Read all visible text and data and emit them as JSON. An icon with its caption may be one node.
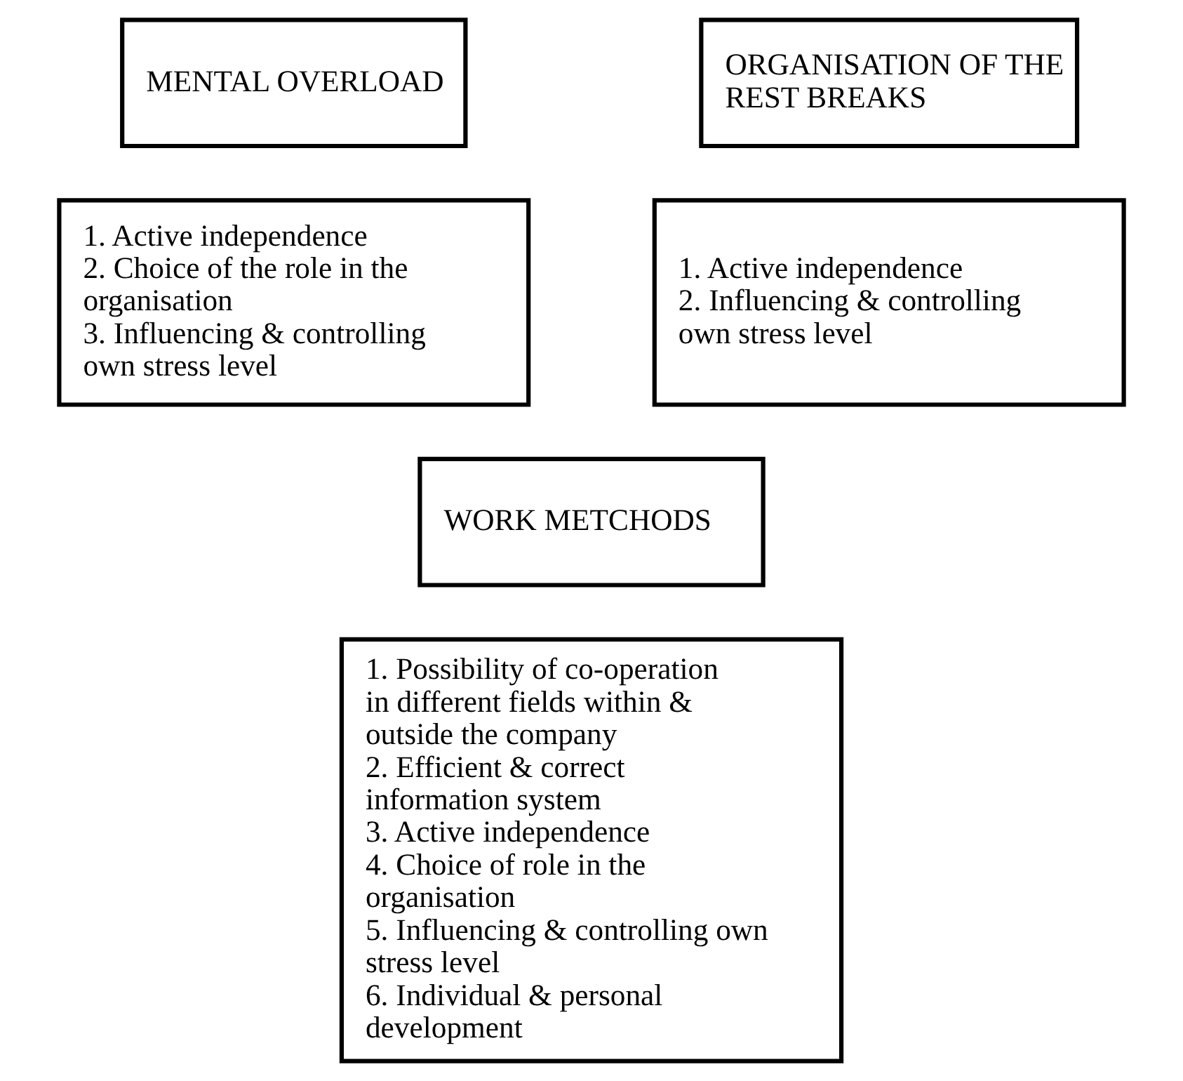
{
  "diagram": {
    "nodes": [
      {
        "text": [
          "MENTAL OVERLOAD"
        ]
      },
      {
        "text": [
          "1. Active independence",
          "2. Choice of the role in the organisation",
          "3. Influencing & controlling own stress level"
        ]
      },
      {
        "text": [
          "ORGANISATION OF THE REST BREAKS"
        ]
      },
      {
        "text": [
          "1. Active independence",
          "2. Influencing & controlling own stress level"
        ]
      },
      {
        "text": [
          "WORK METCHODS"
        ]
      },
      {
        "text": [
          "1. Possibility of co-operation in different fields within & outside the company",
          "2. Efficient & correct information system",
          "3. Active independence",
          "4. Choice of role in the organisation",
          "5. Influencing & controlling own stress level",
          "6. Individual & personal development"
        ]
      }
    ],
    "edges": []
  }
}
